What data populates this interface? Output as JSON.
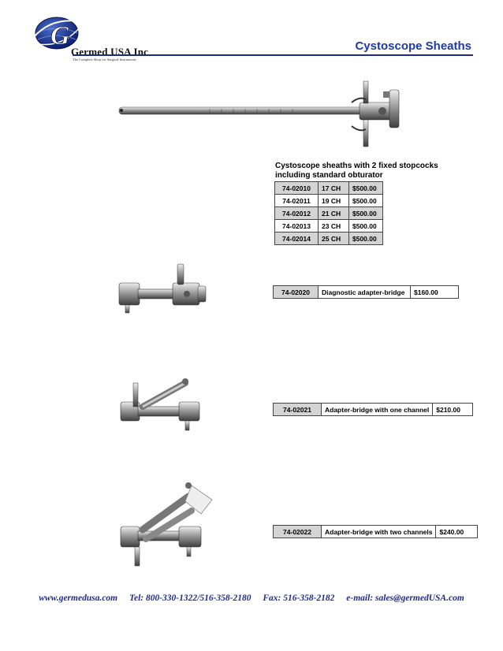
{
  "header": {
    "brand_name": "Germed USA Inc",
    "brand_tagline": "The Complete Shop for Surgical Instruments",
    "logo_letters": "G",
    "page_title": "Cystoscope Sheaths"
  },
  "sheaths": {
    "description": "Cystoscope sheaths with 2 fixed stopcocks including standard obturator",
    "rows": [
      {
        "code": "74-02010",
        "size": "17 CH",
        "price": "$500.00"
      },
      {
        "code": "74-02011",
        "size": "19 CH",
        "price": "$500.00"
      },
      {
        "code": "74-02012",
        "size": "21 CH",
        "price": "$500.00"
      },
      {
        "code": "74-02013",
        "size": "23 CH",
        "price": "$500.00"
      },
      {
        "code": "74-02014",
        "size": "25 CH",
        "price": "$500.00"
      }
    ]
  },
  "adapters": [
    {
      "code": "74-02020",
      "name": "Diagnostic adapter-bridge",
      "price": "$160.00"
    },
    {
      "code": "74-02021",
      "name": "Adapter-bridge with one channel",
      "price": "$210.00"
    },
    {
      "code": "74-02022",
      "name": "Adapter-bridge with two channels",
      "price": "$240.00"
    }
  ],
  "footer": {
    "website": "www.germedusa.com",
    "tel": "Tel: 800-330-1322/516-358-2180",
    "fax": "Fax: 516-358-2182",
    "email": "e-mail: sales@germedUSA.com"
  },
  "colors": {
    "brand_blue": "#1d2c8c",
    "title_blue": "#1d3aa6",
    "row_shade": "#d4d4d4"
  },
  "icons": [
    "globe-logo-icon",
    "cystoscope-sheath-image",
    "adapter-bridge-image",
    "adapter-bridge-one-channel-image",
    "adapter-bridge-two-channels-image"
  ]
}
